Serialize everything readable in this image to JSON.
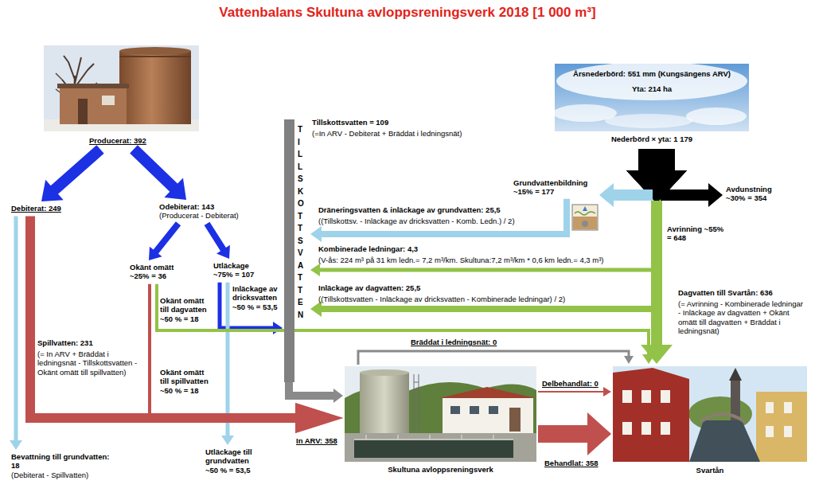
{
  "diagram": {
    "title": "Vattenbalans Skultuna avloppsreningsverk 2018 [1 000 m³]",
    "nodes": [
      {
        "text": [
          "Producerat: 392"
        ]
      },
      {
        "text": [
          "Årsnederbörd: 551 mm (Kungsängens ARV)",
          "Yta: 214 ha",
          "Nederbörd × yta: 1 179"
        ]
      },
      {
        "text": [
          "TILLSKOTTSVATTEN"
        ]
      },
      {
        "text": [
          "Debiterat: 249"
        ]
      },
      {
        "text": [
          "Odebiterat: 143",
          "(Producerat - Debiterat)"
        ]
      },
      {
        "text": [
          "Grundvattenbildning ~15% = 177"
        ]
      },
      {
        "text": [
          "Avdunstning ~30% = 354"
        ]
      },
      {
        "text": [
          "Okänt omätt ~25% = 36"
        ]
      },
      {
        "text": [
          "Utläckage ~75% = 107"
        ]
      },
      {
        "text": [
          "Skultuna avloppsreningsverk"
        ]
      },
      {
        "text": [
          "Svartån"
        ]
      },
      {
        "text": [
          "Bevattning till grundvatten: 18",
          "(Debiterat - Spillvatten)"
        ]
      },
      {
        "text": [
          "Utläckage till grundvatten ~50 % = 53,5"
        ]
      }
    ],
    "edges": [
      {
        "from": 0,
        "to": 3,
        "arrow": "to"
      },
      {
        "from": 0,
        "to": 4,
        "arrow": "to"
      },
      {
        "from": 1,
        "to": 5,
        "arrow": "to"
      },
      {
        "from": 1,
        "to": 6,
        "arrow": "to"
      },
      {
        "from": 1,
        "to": 10,
        "arrow": "to"
      },
      {
        "from": 1,
        "to": 2,
        "arrow": "to"
      },
      {
        "from": 1,
        "to": 2,
        "arrow": "to"
      },
      {
        "from": 5,
        "to": 2,
        "arrow": "to"
      },
      {
        "from": 4,
        "to": 7,
        "arrow": "to"
      },
      {
        "from": 4,
        "to": 8,
        "arrow": "to"
      },
      {
        "from": 8,
        "to": 2,
        "arrow": "to"
      },
      {
        "from": 8,
        "to": 12,
        "arrow": "to"
      },
      {
        "from": 7,
        "to": 10,
        "arrow": "to"
      },
      {
        "from": 7,
        "to": 9,
        "arrow": "to"
      },
      {
        "from": 3,
        "to": 11,
        "arrow": "to"
      },
      {
        "from": 3,
        "to": 9,
        "arrow": "to"
      },
      {
        "from": 2,
        "to": 9,
        "arrow": "to"
      },
      {
        "from": 9,
        "to": 10,
        "label": "Bräddat i ledningsnät: 0",
        "arrow": "to"
      },
      {
        "from": 9,
        "to": 10,
        "label": "Delbehandlat: 0",
        "arrow": "to"
      },
      {
        "from": 9,
        "to": 10,
        "label": "Behandlat: 358",
        "arrow": "to"
      }
    ],
    "labels": [
      "Tillskottsvatten = 109",
      "(=In ARV - Debiterat + Bräddat i ledningsnät)",
      "Dräneringsvatten & inläckage av grundvatten: 25,5",
      "((Tillskottsv. - Inläckage av dricksvatten - Komb. Ledn.) / 2)",
      "Avrinning ~55% = 648",
      "Kombinerade ledningar: 4,3",
      "(V-ås: 224 m³ på 31 km ledn.= 7,2 m³/km. Skultuna:7,2 m³/km * 0,6 km ledn.= 4,3 m³)",
      "Inläckage av dagvatten: 25,5",
      "((Tillskottsvatten - Inläckage av dricksvatten - Kombinerade ledningar) / 2)",
      "Inläckage av dricksvatten ~50 % = 53,5",
      "Dagvatten till Svartån: 636",
      "(= Avrinning - Kombinerade ledningar - Inläckage av dagvatten + Okänt omätt till dagvatten + Bräddat i ledningsnät)",
      "Spillvatten: 231",
      "(= In ARV + Bräddat i ledningsnät - Tillskottsvatten - Okänt omätt till spillvatten)",
      "Okänt omätt till dagvatten ~50 % = 18",
      "Okänt omätt till spillvatten ~50 % = 18",
      "In ARV: 358"
    ]
  }
}
